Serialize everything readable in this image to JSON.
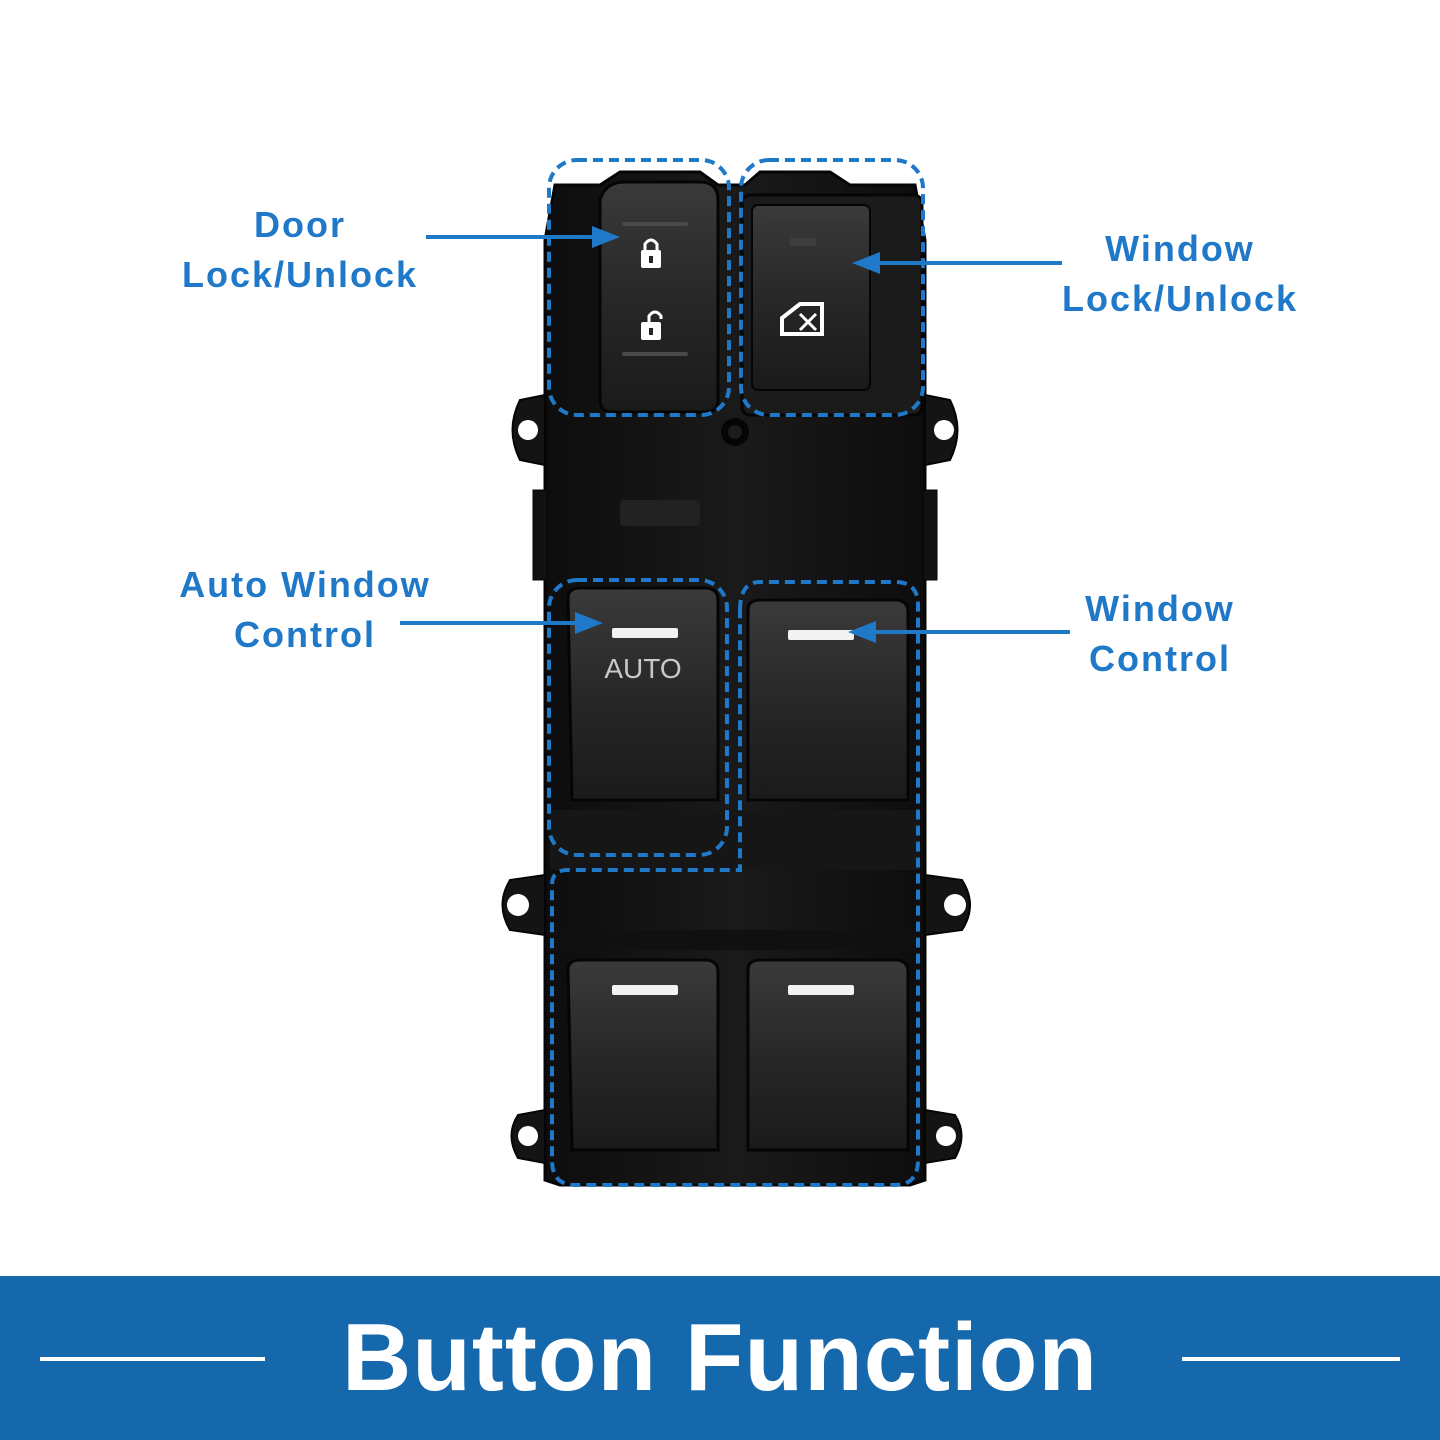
{
  "colors": {
    "accent": "#1f78c8",
    "banner": "#1668ad",
    "panel": "#151515",
    "panel_edge": "#050505",
    "button": "#262626",
    "button_top": "#3a3a3a",
    "indicator": "#f2f2f2",
    "auto_text": "#c8c8c8",
    "banner_text": "#ffffff"
  },
  "callouts": {
    "door_lock": {
      "line1": "Door",
      "line2": "Lock/Unlock"
    },
    "window_lock": {
      "line1": "Window",
      "line2": "Lock/Unlock"
    },
    "auto_window": {
      "line1": "Auto Window",
      "line2": "Control"
    },
    "window_control": {
      "line1": "Window",
      "line2": "Control"
    }
  },
  "switch": {
    "auto_label": "AUTO",
    "icons": [
      "lock-icon",
      "unlock-icon",
      "window-lock-icon"
    ]
  },
  "banner": {
    "title": "Button Function"
  }
}
